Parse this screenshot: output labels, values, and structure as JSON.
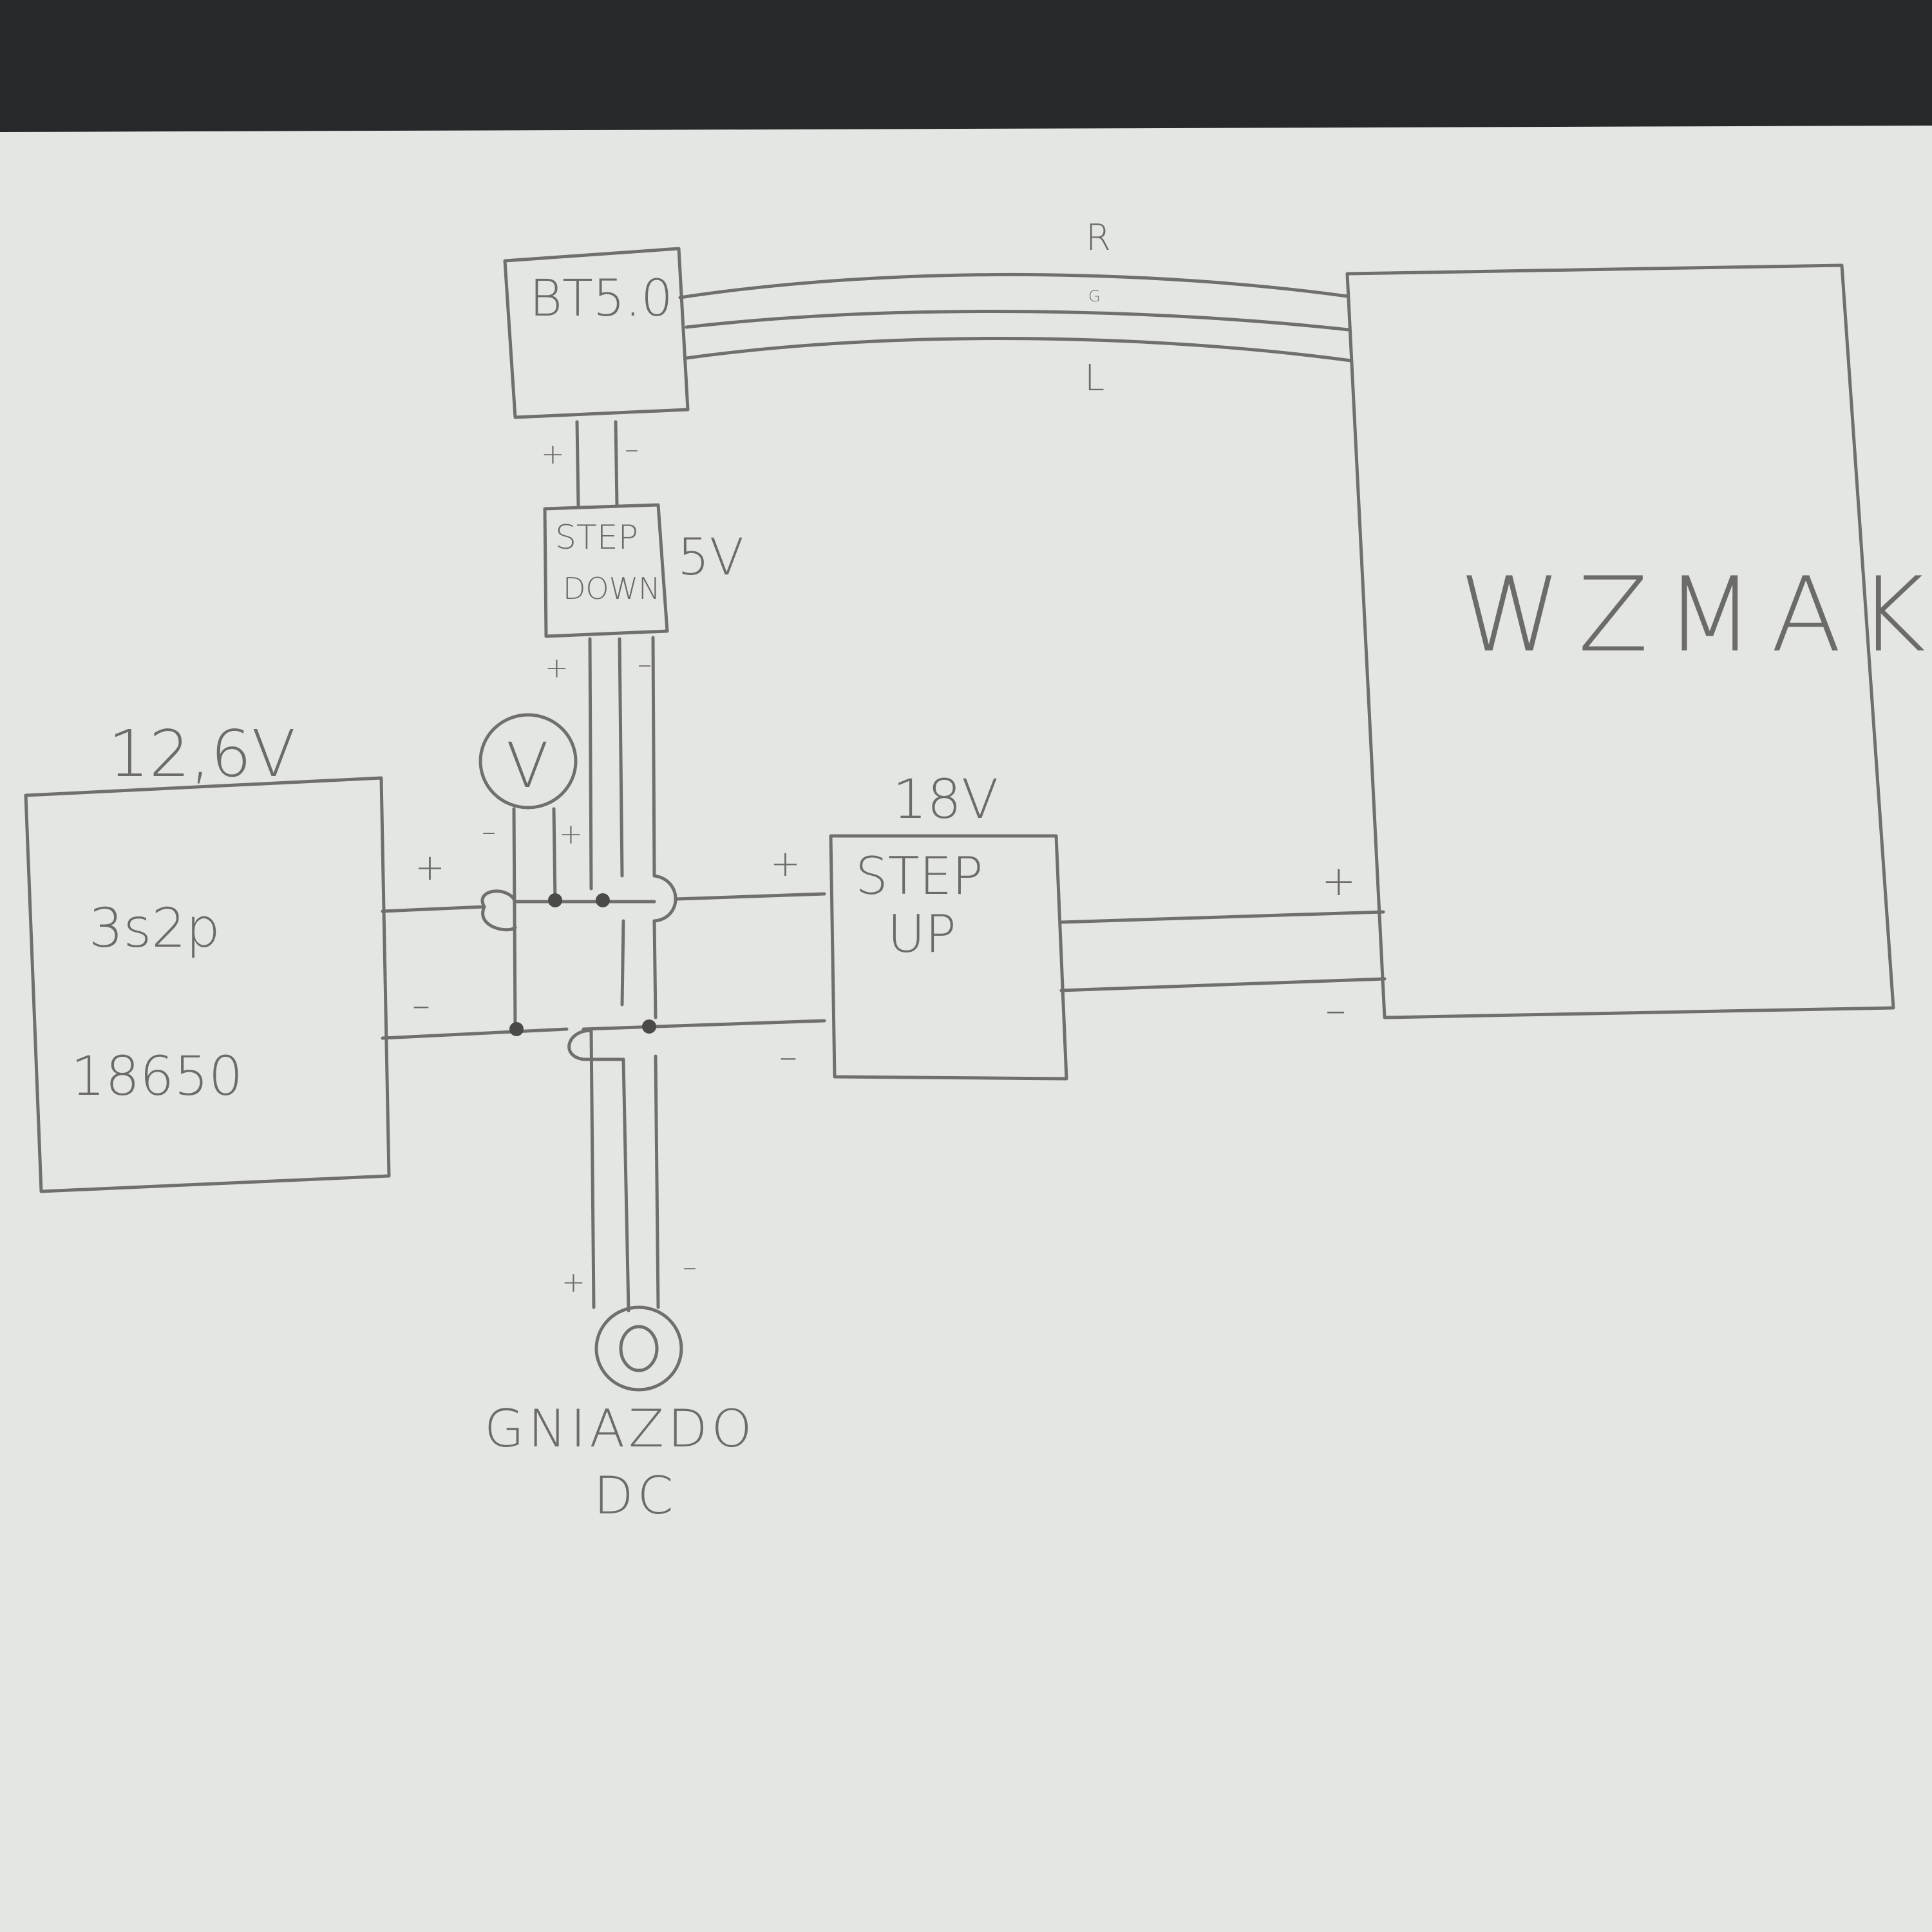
{
  "labels": {
    "bt_module": "BT5.0",
    "wire_r": "R",
    "wire_g": "G",
    "wire_l": "L",
    "step_down_line1": "STEP",
    "step_down_line2": "DOWN",
    "step_down_voltage": "5V",
    "battery_voltage": "12,6V",
    "battery_config": "3s2p",
    "battery_cell": "18650",
    "voltmeter": "V",
    "step_up_voltage": "18V",
    "step_up_line1": "STEP",
    "step_up_line2": "UP",
    "amplifier": "WZMAK",
    "dc_socket_line1": "GNIAZDO",
    "dc_socket_line2": "DC"
  },
  "polarity": {
    "plus": "+",
    "minus": "–"
  },
  "colors": {
    "paper": "#e4e6e3",
    "ink": "#6f706e",
    "background_top": "#252728"
  }
}
